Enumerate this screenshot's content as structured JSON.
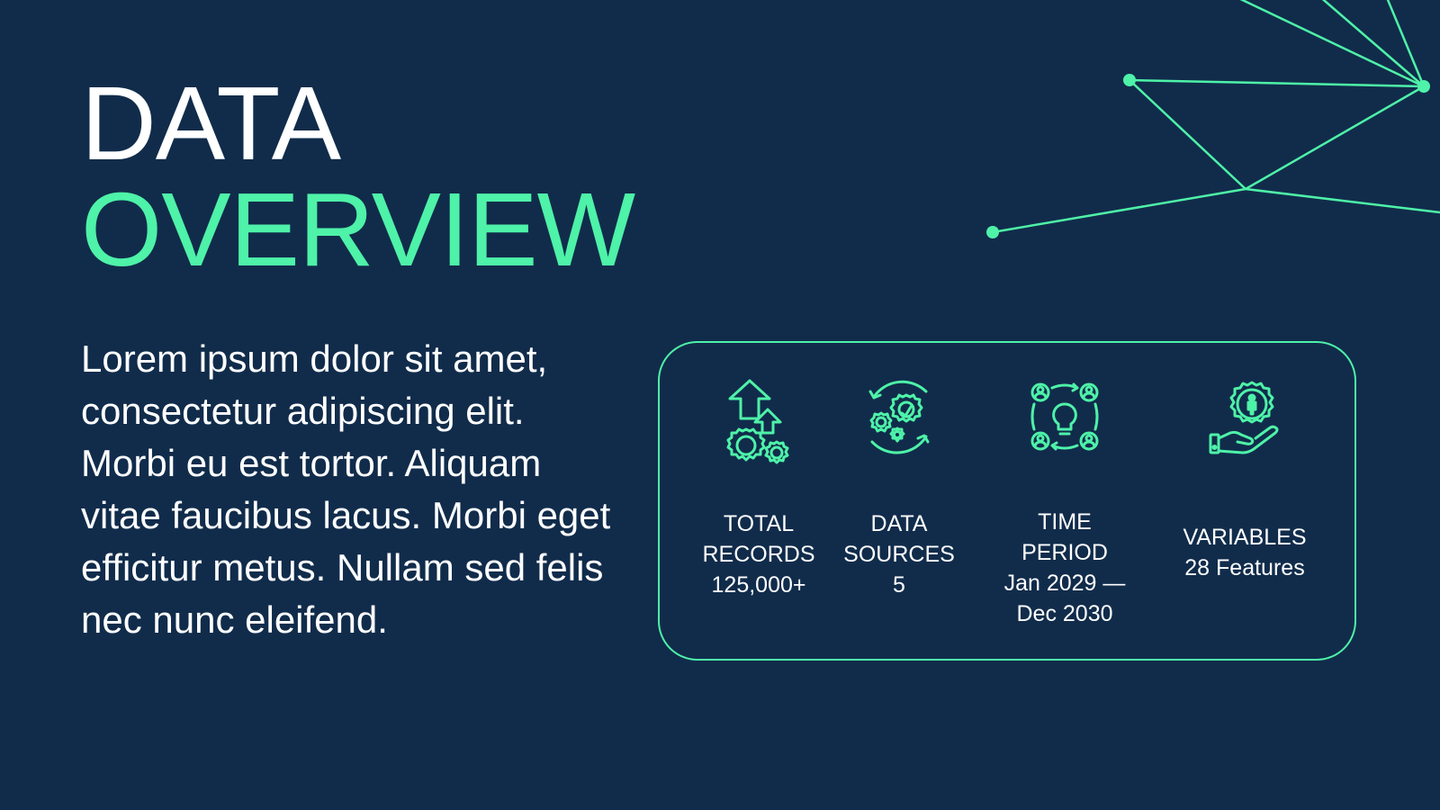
{
  "title": {
    "line1": "DATA",
    "line2": "OVERVIEW"
  },
  "body_text": "Lorem ipsum dolor sit amet, consectetur adipiscing elit. Morbi eu est tortor. Aliquam vitae faucibus lacus. Morbi eget efficitur metus. Nullam sed felis nec nunc eleifend.",
  "stats": [
    {
      "label_1": "TOTAL",
      "label_2": "RECORDS",
      "value": "125,000+",
      "icon": "gears-growth-icon"
    },
    {
      "label_1": "DATA",
      "label_2": "SOURCES",
      "value": "5",
      "icon": "gears-cycle-icon"
    },
    {
      "label_1": "TIME",
      "label_2": "PERIOD",
      "value_1": "Jan 2029 —",
      "value_2": "Dec 2030",
      "icon": "team-idea-icon"
    },
    {
      "label_1": "VARIABLES",
      "value": "28 Features",
      "icon": "hand-gear-person-icon"
    }
  ],
  "colors": {
    "background": "#112c4b",
    "accent": "#4ef2a8",
    "text": "#ffffff"
  }
}
